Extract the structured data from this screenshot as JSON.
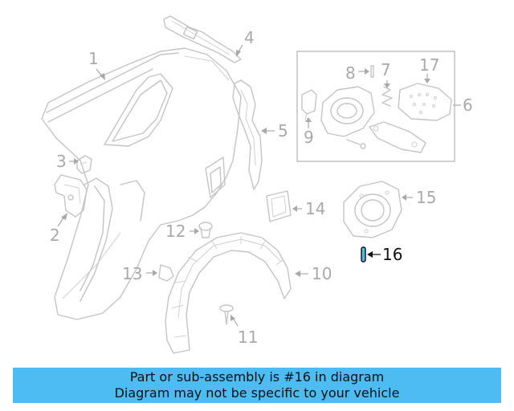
{
  "callouts": [
    {
      "id": "1",
      "label": "1"
    },
    {
      "id": "2",
      "label": "2"
    },
    {
      "id": "3",
      "label": "3"
    },
    {
      "id": "4",
      "label": "4"
    },
    {
      "id": "5",
      "label": "5"
    },
    {
      "id": "6",
      "label": "6"
    },
    {
      "id": "7",
      "label": "7"
    },
    {
      "id": "8",
      "label": "8"
    },
    {
      "id": "9",
      "label": "9"
    },
    {
      "id": "10",
      "label": "10"
    },
    {
      "id": "11",
      "label": "11"
    },
    {
      "id": "12",
      "label": "12"
    },
    {
      "id": "13",
      "label": "13"
    },
    {
      "id": "14",
      "label": "14"
    },
    {
      "id": "15",
      "label": "15"
    },
    {
      "id": "16",
      "label": "16"
    },
    {
      "id": "17",
      "label": "17"
    }
  ],
  "highlighted_part": "16",
  "colors": {
    "banner_background": "#4dbcf3",
    "highlight": "#111111",
    "highlight_part_fill": "#4dbcf3",
    "part_stroke": "#c4c4c4",
    "callout_gray": "#a9a9a9"
  },
  "banner": {
    "line1": "Part or sub-assembly is #16 in diagram",
    "line2": "Diagram may not be specific to your vehicle"
  }
}
